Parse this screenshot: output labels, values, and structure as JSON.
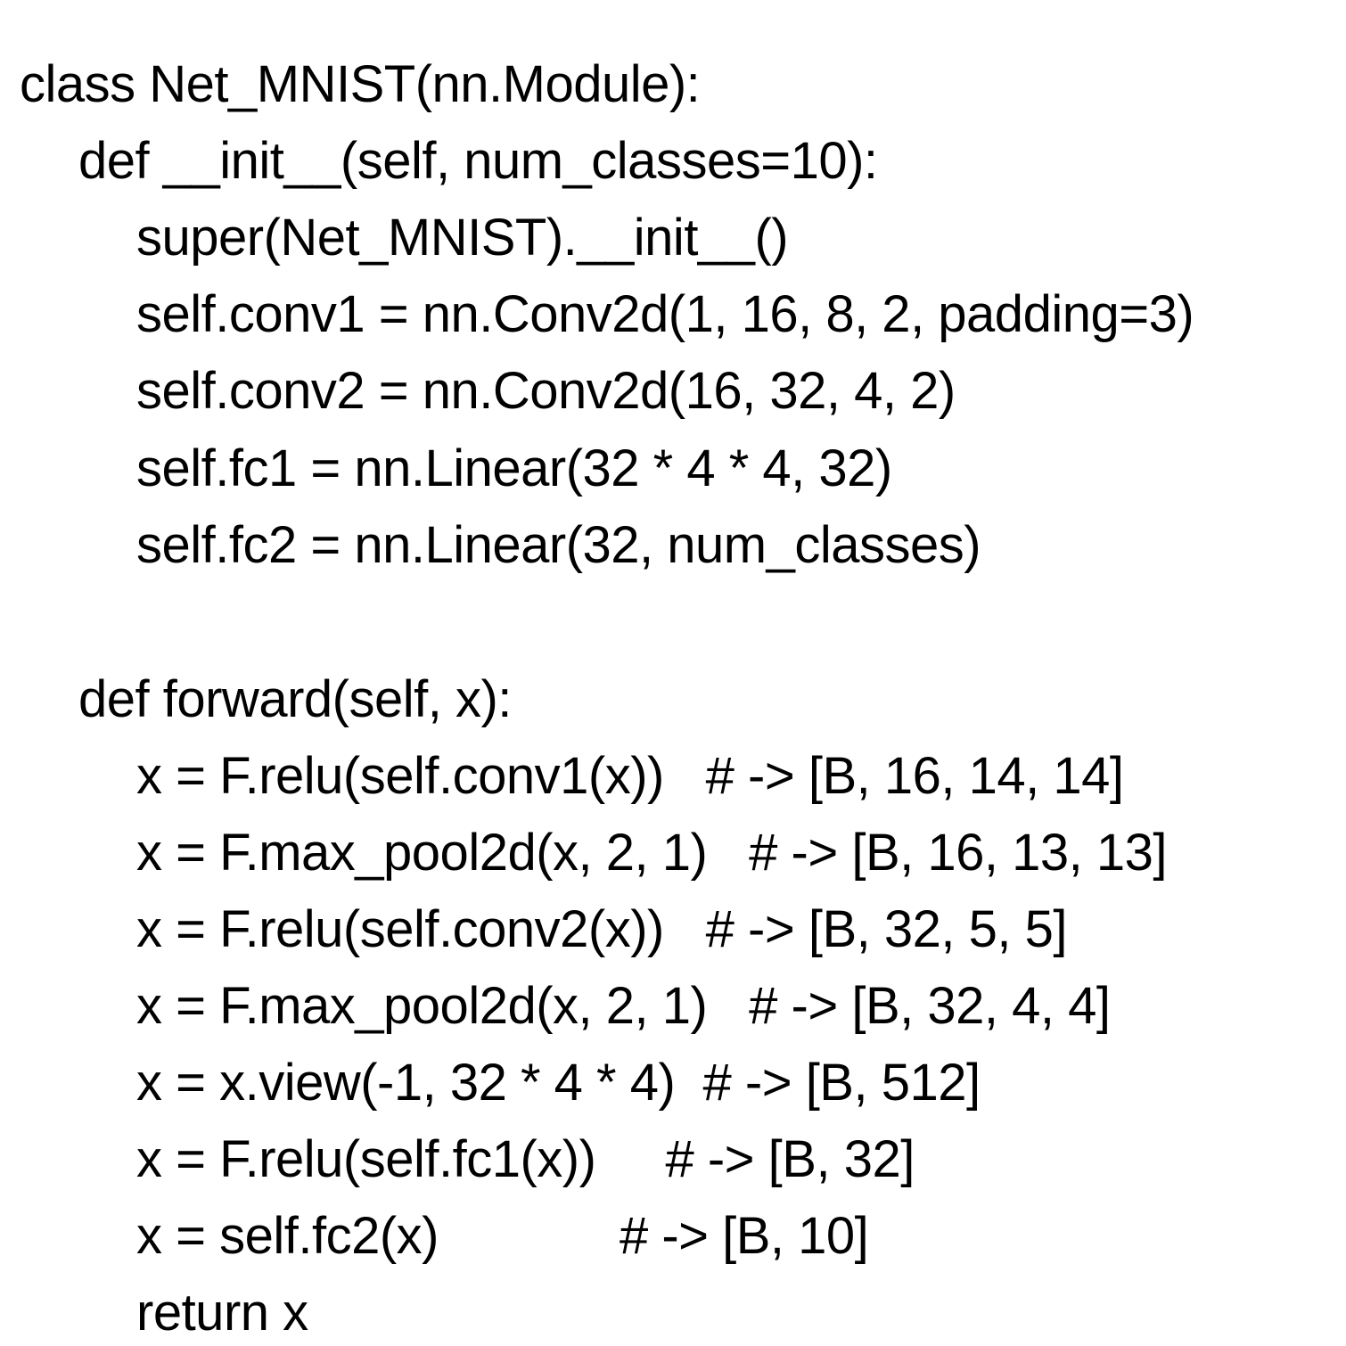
{
  "code": {
    "class_decl": "class Net_MNIST(nn.Module):",
    "init_def": "def __init__(self, num_classes=10):",
    "init_body": [
      "super(Net_MNIST).__init__()",
      "self.conv1 = nn.Conv2d(1, 16, 8, 2, padding=3)",
      "self.conv2 = nn.Conv2d(16, 32, 4, 2)",
      "self.fc1 = nn.Linear(32 * 4 * 4, 32)",
      "self.fc2 = nn.Linear(32, num_classes)"
    ],
    "forward_def": "def forward(self, x):",
    "forward_body": [
      "x = F.relu(self.conv1(x))   # -> [B, 16, 14, 14]",
      "x = F.max_pool2d(x, 2, 1)   # -> [B, 16, 13, 13]",
      "x = F.relu(self.conv2(x))   # -> [B, 32, 5, 5]",
      "x = F.max_pool2d(x, 2, 1)   # -> [B, 32, 4, 4]",
      "x = x.view(-1, 32 * 4 * 4)  # -> [B, 512]",
      "x = F.relu(self.fc1(x))     # -> [B, 32]",
      "x = self.fc2(x)             # -> [B, 10]",
      "return x"
    ]
  }
}
